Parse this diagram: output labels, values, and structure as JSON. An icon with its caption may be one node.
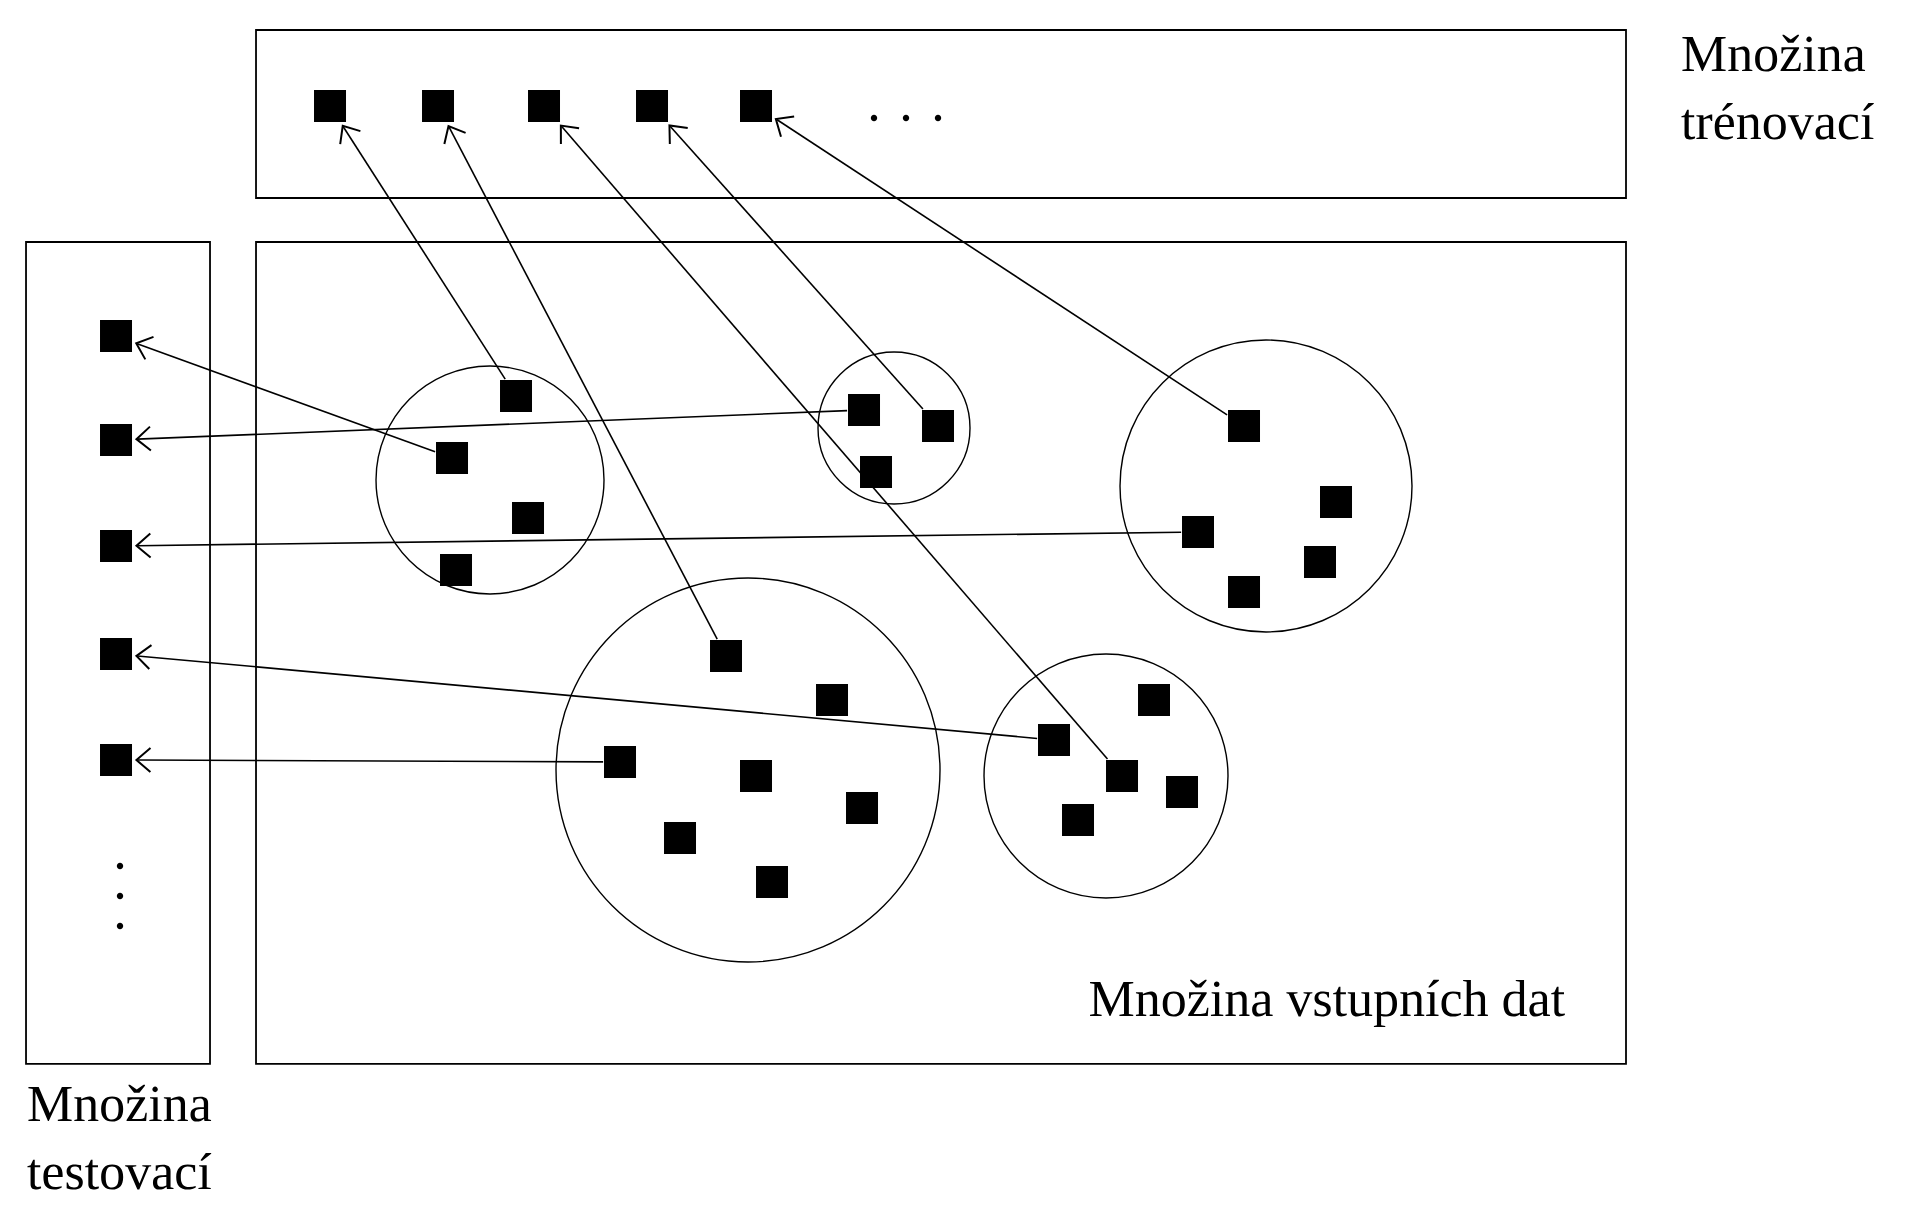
{
  "diagram": {
    "nodes": [
      {
        "text": [
          "Množina trénovací"
        ]
      },
      {
        "text": [],
        "shape": "box",
        "in": 0
      },
      {
        "text": [],
        "shape": "box",
        "in": 0
      },
      {
        "text": [],
        "shape": "box",
        "in": 0
      },
      {
        "text": [],
        "shape": "box",
        "in": 0
      },
      {
        "text": [],
        "shape": "box",
        "in": 0
      },
      {
        "text": [
          "Množina testovací"
        ]
      },
      {
        "text": [],
        "shape": "box",
        "in": 6
      },
      {
        "text": [],
        "shape": "box",
        "in": 6
      },
      {
        "text": [],
        "shape": "box",
        "in": 6
      },
      {
        "text": [],
        "shape": "box",
        "in": 6
      },
      {
        "text": [],
        "shape": "box",
        "in": 6
      },
      {
        "text": [
          "Množina vstupních dat"
        ]
      },
      {
        "text": [],
        "shape": "circle",
        "in": 12
      },
      {
        "text": [],
        "shape": "box",
        "in": 13
      },
      {
        "text": [],
        "shape": "box",
        "in": 13
      },
      {
        "text": [],
        "shape": "box",
        "in": 13
      },
      {
        "text": [],
        "shape": "box",
        "in": 13
      },
      {
        "text": [],
        "shape": "circle",
        "in": 12
      },
      {
        "text": [],
        "shape": "box",
        "in": 18
      },
      {
        "text": [],
        "shape": "box",
        "in": 18
      },
      {
        "text": [],
        "shape": "box",
        "in": 18
      },
      {
        "text": [],
        "shape": "circle",
        "in": 12
      },
      {
        "text": [],
        "shape": "box",
        "in": 22
      },
      {
        "text": [],
        "shape": "box",
        "in": 22
      },
      {
        "text": [],
        "shape": "box",
        "in": 22
      },
      {
        "text": [],
        "shape": "box",
        "in": 22
      },
      {
        "text": [],
        "shape": "box",
        "in": 22
      },
      {
        "text": [],
        "shape": "circle",
        "in": 12
      },
      {
        "text": [],
        "shape": "box",
        "in": 28
      },
      {
        "text": [],
        "shape": "box",
        "in": 28
      },
      {
        "text": [],
        "shape": "box",
        "in": 28
      },
      {
        "text": [],
        "shape": "box",
        "in": 28
      },
      {
        "text": [],
        "shape": "box",
        "in": 28
      },
      {
        "text": [],
        "shape": "box",
        "in": 28
      },
      {
        "text": [],
        "shape": "box",
        "in": 28
      },
      {
        "text": [],
        "shape": "circle",
        "in": 12
      },
      {
        "text": [],
        "shape": "box",
        "in": 36
      },
      {
        "text": [],
        "shape": "box",
        "in": 36
      },
      {
        "text": [],
        "shape": "box",
        "in": 36
      },
      {
        "text": [],
        "shape": "box",
        "in": 36
      },
      {
        "text": [],
        "shape": "box",
        "in": 36
      }
    ],
    "edges": [
      {
        "from": 14,
        "to": 1,
        "arrow": "to"
      },
      {
        "from": 29,
        "to": 2,
        "arrow": "to"
      },
      {
        "from": 39,
        "to": 3,
        "arrow": "to"
      },
      {
        "from": 20,
        "to": 4,
        "arrow": "to"
      },
      {
        "from": 23,
        "to": 5,
        "arrow": "to"
      },
      {
        "from": 15,
        "to": 7,
        "arrow": "to"
      },
      {
        "from": 19,
        "to": 8,
        "arrow": "to"
      },
      {
        "from": 25,
        "to": 9,
        "arrow": "to"
      },
      {
        "from": 38,
        "to": 10,
        "arrow": "to"
      },
      {
        "from": 31,
        "to": 11,
        "arrow": "to"
      }
    ]
  }
}
